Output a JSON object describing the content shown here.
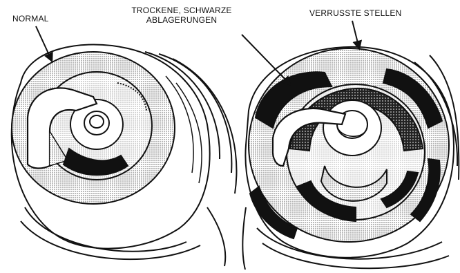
{
  "labels": {
    "normal": "NORMAL",
    "dry_deposits_line1": "TROCKENE, SCHWARZE",
    "dry_deposits_line2": "ABLAGERUNGEN",
    "sooted": "VERRUSSTE STELLEN"
  },
  "colors": {
    "ink": "#111111",
    "stipple": "#d6d6d6",
    "deposit": "#1a1a1a",
    "background": "#ffffff"
  }
}
